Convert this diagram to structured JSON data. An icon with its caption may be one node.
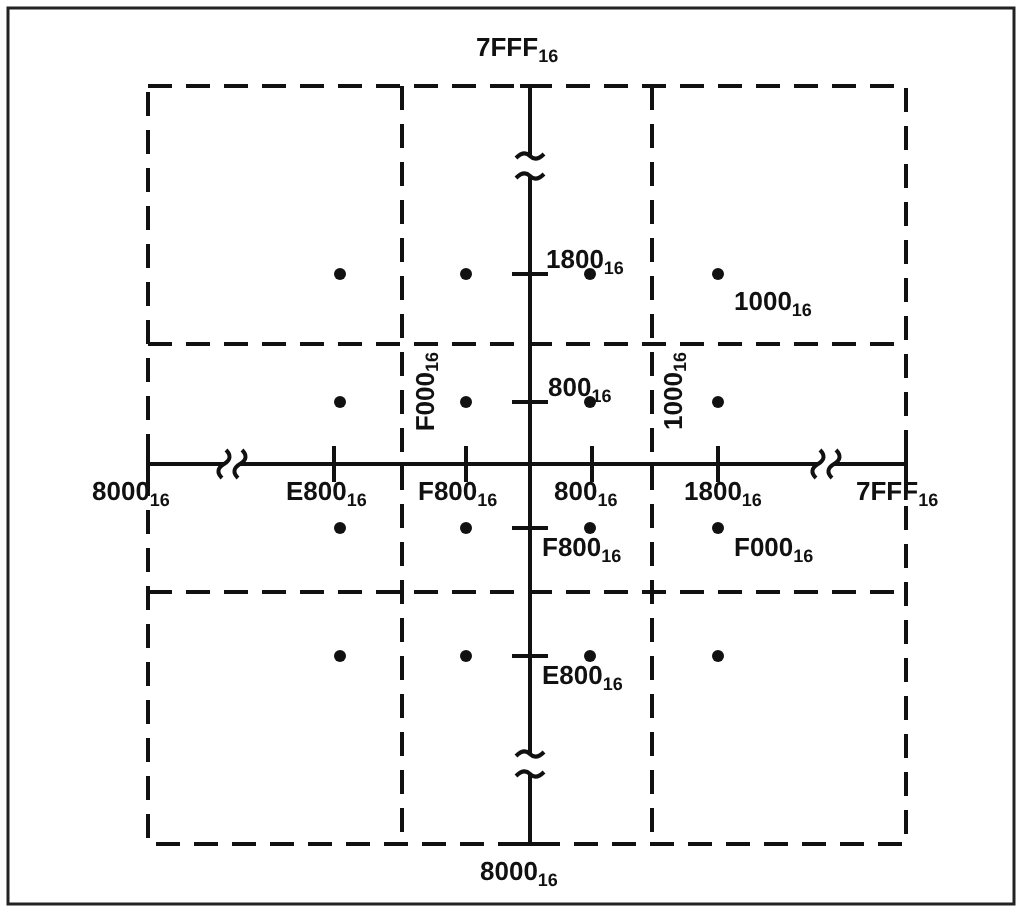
{
  "diagram": {
    "labels": [
      "7FFF$_{16}$",
      "1800$_{16}$",
      "1000$_{16}$",
      "F000$_{16}$",
      "800$_{16}$",
      "1000$_{16}$",
      "8000$_{16}$",
      "E800$_{16}$",
      "F800$_{16}$",
      "800$_{16}$",
      "1800$_{16}$",
      "7FFF$_{16}$",
      "F800$_{16}$",
      "F000$_{16}$",
      "E800$_{16}$",
      "8000$_{16}$"
    ]
  }
}
